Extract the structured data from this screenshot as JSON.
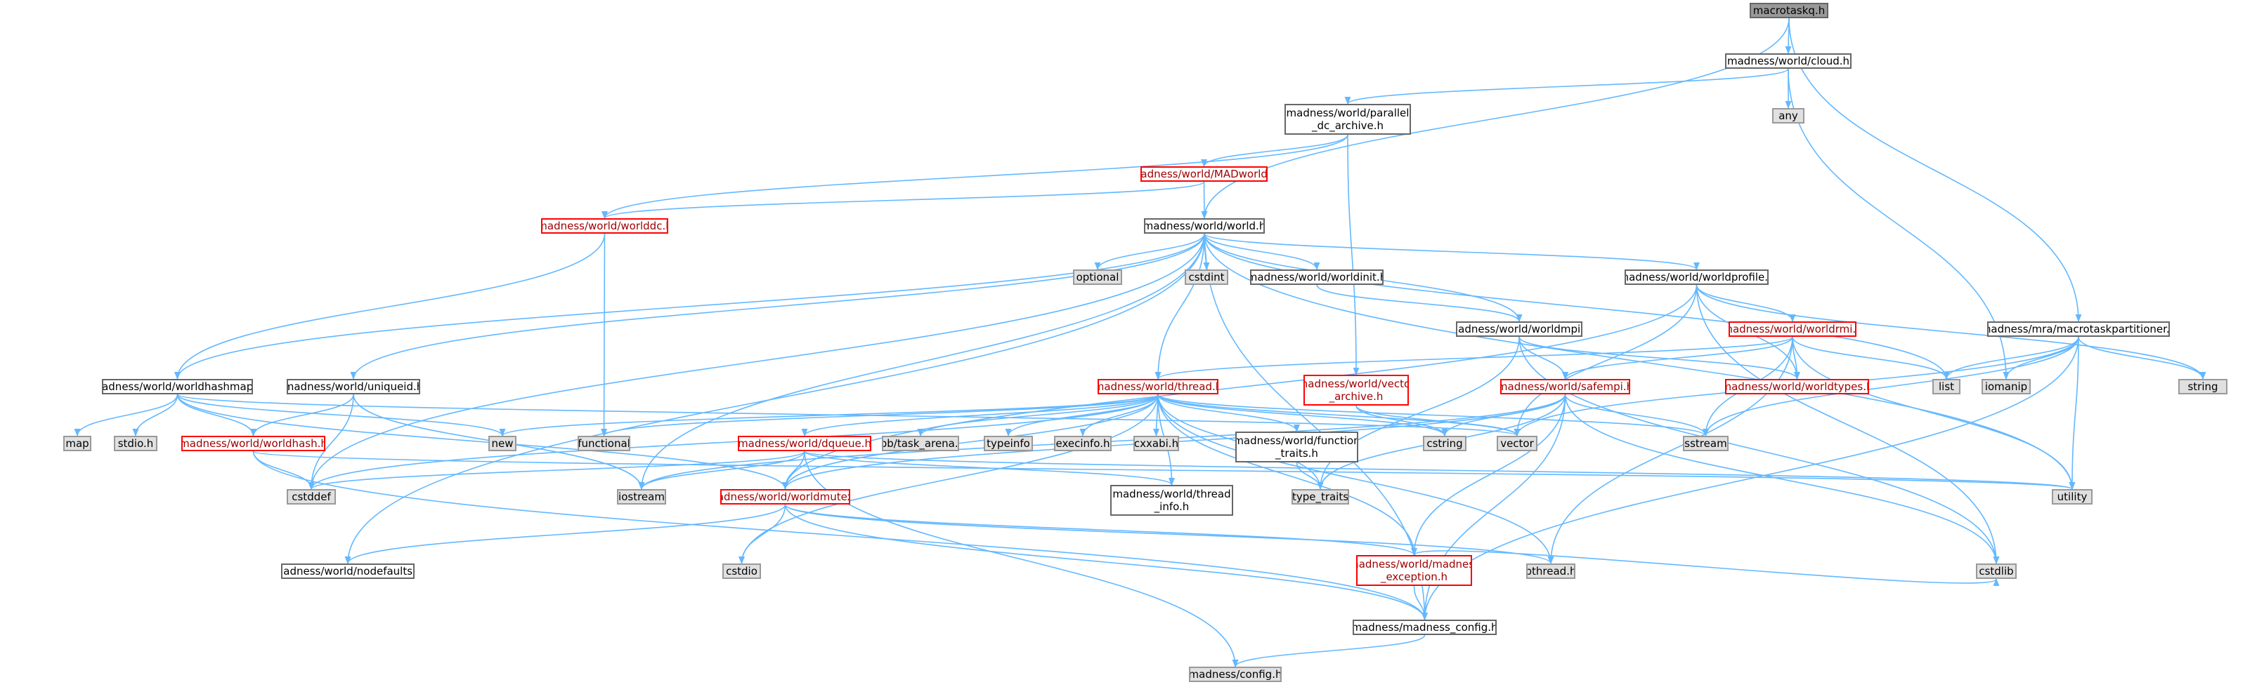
{
  "graph": {
    "root": "macrotaskq.h",
    "nodes": [
      {
        "id": "macrotaskq",
        "label": "macrotaskq.h",
        "kind": "root"
      },
      {
        "id": "cloud",
        "label": "madness/world/cloud.h",
        "kind": "doc"
      },
      {
        "id": "any",
        "label": "any",
        "kind": "sys"
      },
      {
        "id": "parallel_dc",
        "label": "madness/world/parallel\n_dc_archive.h",
        "kind": "doc"
      },
      {
        "id": "madworld",
        "label": "madness/world/MADworld.h",
        "kind": "red"
      },
      {
        "id": "worlddc",
        "label": "madness/world/worlddc.h",
        "kind": "red"
      },
      {
        "id": "world",
        "label": "madness/world/world.h",
        "kind": "doc"
      },
      {
        "id": "macrotaskpartitioner",
        "label": "madness/mra/macrotaskpartitioner.h",
        "kind": "doc"
      },
      {
        "id": "optional",
        "label": "optional",
        "kind": "sys"
      },
      {
        "id": "cstdint",
        "label": "cstdint",
        "kind": "sys"
      },
      {
        "id": "worldinit",
        "label": "madness/world/worldinit.h",
        "kind": "doc"
      },
      {
        "id": "worldprofile",
        "label": "madness/world/worldprofile.h",
        "kind": "doc"
      },
      {
        "id": "worldmpi",
        "label": "madness/world/worldmpi.h",
        "kind": "doc"
      },
      {
        "id": "worldrmi",
        "label": "madness/world/worldrmi.h",
        "kind": "red"
      },
      {
        "id": "worldhashmap",
        "label": "madness/world/worldhashmap.h",
        "kind": "doc"
      },
      {
        "id": "uniqueid",
        "label": "madness/world/uniqueid.h",
        "kind": "doc"
      },
      {
        "id": "thread",
        "label": "madness/world/thread.h",
        "kind": "red"
      },
      {
        "id": "vector_archive",
        "label": "madness/world/vector\n_archive.h",
        "kind": "red"
      },
      {
        "id": "safempi",
        "label": "madness/world/safempi.h",
        "kind": "red"
      },
      {
        "id": "worldtypes",
        "label": "madness/world/worldtypes.h",
        "kind": "red"
      },
      {
        "id": "list",
        "label": "list",
        "kind": "sys"
      },
      {
        "id": "iomanip",
        "label": "iomanip",
        "kind": "sys"
      },
      {
        "id": "string",
        "label": "string",
        "kind": "sys"
      },
      {
        "id": "map",
        "label": "map",
        "kind": "sys"
      },
      {
        "id": "stdio_h",
        "label": "stdio.h",
        "kind": "sys"
      },
      {
        "id": "worldhash",
        "label": "madness/world/worldhash.h",
        "kind": "red"
      },
      {
        "id": "new",
        "label": "new",
        "kind": "sys"
      },
      {
        "id": "functional",
        "label": "functional",
        "kind": "sys"
      },
      {
        "id": "dqueue",
        "label": "madness/world/dqueue.h",
        "kind": "red"
      },
      {
        "id": "tbb_task_arena",
        "label": "tbb/task_arena.h",
        "kind": "sys"
      },
      {
        "id": "typeinfo",
        "label": "typeinfo",
        "kind": "sys"
      },
      {
        "id": "execinfo",
        "label": "execinfo.h",
        "kind": "sys"
      },
      {
        "id": "cxxabi",
        "label": "cxxabi.h",
        "kind": "sys"
      },
      {
        "id": "function_traits",
        "label": "madness/world/function\n_traits.h",
        "kind": "doc"
      },
      {
        "id": "cstring",
        "label": "cstring",
        "kind": "sys"
      },
      {
        "id": "vector",
        "label": "vector",
        "kind": "sys"
      },
      {
        "id": "sstream",
        "label": "sstream",
        "kind": "sys"
      },
      {
        "id": "cstddef",
        "label": "cstddef",
        "kind": "sys"
      },
      {
        "id": "iostream",
        "label": "iostream",
        "kind": "sys"
      },
      {
        "id": "type_traits",
        "label": "type_traits",
        "kind": "sys"
      },
      {
        "id": "utility",
        "label": "utility",
        "kind": "sys"
      },
      {
        "id": "worldmutex",
        "label": "madness/world/worldmutex.h",
        "kind": "red"
      },
      {
        "id": "thread_info",
        "label": "madness/world/thread\n_info.h",
        "kind": "doc"
      },
      {
        "id": "nodefaults",
        "label": "madness/world/nodefaults.h",
        "kind": "doc"
      },
      {
        "id": "cstdio",
        "label": "cstdio",
        "kind": "sys"
      },
      {
        "id": "madness_exception",
        "label": "madness/world/madness\n_exception.h",
        "kind": "red"
      },
      {
        "id": "pthread",
        "label": "pthread.h",
        "kind": "sys"
      },
      {
        "id": "cstdlib",
        "label": "cstdlib",
        "kind": "sys"
      },
      {
        "id": "madness_config",
        "label": "madness/madness_config.h",
        "kind": "doc"
      },
      {
        "id": "config",
        "label": "madness/config.h",
        "kind": "sys"
      }
    ],
    "edges": [
      [
        "macrotaskq",
        "cloud"
      ],
      [
        "macrotaskq",
        "world"
      ],
      [
        "macrotaskq",
        "macrotaskpartitioner"
      ],
      [
        "cloud",
        "any"
      ],
      [
        "cloud",
        "parallel_dc"
      ],
      [
        "cloud",
        "iomanip"
      ],
      [
        "parallel_dc",
        "madworld"
      ],
      [
        "parallel_dc",
        "worlddc"
      ],
      [
        "parallel_dc",
        "vector_archive"
      ],
      [
        "madworld",
        "world"
      ],
      [
        "madworld",
        "worlddc"
      ],
      [
        "worlddc",
        "worldhashmap"
      ],
      [
        "worlddc",
        "functional"
      ],
      [
        "world",
        "optional"
      ],
      [
        "world",
        "cstdint"
      ],
      [
        "world",
        "worldinit"
      ],
      [
        "world",
        "worldprofile"
      ],
      [
        "world",
        "worldmpi"
      ],
      [
        "world",
        "worldhashmap"
      ],
      [
        "world",
        "uniqueid"
      ],
      [
        "world",
        "thread"
      ],
      [
        "world",
        "list"
      ],
      [
        "world",
        "cstddef"
      ],
      [
        "world",
        "iostream"
      ],
      [
        "world",
        "nodefaults"
      ],
      [
        "world",
        "madness_config"
      ],
      [
        "world",
        "utility"
      ],
      [
        "worldinit",
        "worldmpi"
      ],
      [
        "worldprofile",
        "worldrmi"
      ],
      [
        "worldprofile",
        "worldtypes"
      ],
      [
        "worldprofile",
        "worldmutex"
      ],
      [
        "worldprofile",
        "vector"
      ],
      [
        "worldprofile",
        "string"
      ],
      [
        "worldprofile",
        "cstdlib"
      ],
      [
        "worldmpi",
        "safempi"
      ],
      [
        "worldmpi",
        "worldtypes"
      ],
      [
        "worldmpi",
        "cstdlib"
      ],
      [
        "worldmpi",
        "type_traits"
      ],
      [
        "worldrmi",
        "thread"
      ],
      [
        "worldrmi",
        "safempi"
      ],
      [
        "worldrmi",
        "worldtypes"
      ],
      [
        "worldrmi",
        "list"
      ],
      [
        "worldrmi",
        "sstream"
      ],
      [
        "worldrmi",
        "utility"
      ],
      [
        "worldrmi",
        "pthread"
      ],
      [
        "macrotaskpartitioner",
        "list"
      ],
      [
        "macrotaskpartitioner",
        "iomanip"
      ],
      [
        "macrotaskpartitioner",
        "string"
      ],
      [
        "macrotaskpartitioner",
        "vector"
      ],
      [
        "macrotaskpartitioner",
        "sstream"
      ],
      [
        "macrotaskpartitioner",
        "utility"
      ],
      [
        "macrotaskpartitioner",
        "madness_config"
      ],
      [
        "worldhashmap",
        "map"
      ],
      [
        "worldhashmap",
        "stdio_h"
      ],
      [
        "worldhashmap",
        "worldhash"
      ],
      [
        "worldhashmap",
        "new"
      ],
      [
        "worldhashmap",
        "worldmutex"
      ],
      [
        "worldhashmap",
        "vector"
      ],
      [
        "uniqueid",
        "worldhash"
      ],
      [
        "uniqueid",
        "cstddef"
      ],
      [
        "uniqueid",
        "iostream"
      ],
      [
        "worldhash",
        "cstddef"
      ],
      [
        "worldhash",
        "madness_config"
      ],
      [
        "worldhash",
        "utility"
      ],
      [
        "thread",
        "new"
      ],
      [
        "thread",
        "functional"
      ],
      [
        "thread",
        "dqueue"
      ],
      [
        "thread",
        "tbb_task_arena"
      ],
      [
        "thread",
        "typeinfo"
      ],
      [
        "thread",
        "execinfo"
      ],
      [
        "thread",
        "cxxabi"
      ],
      [
        "thread",
        "function_traits"
      ],
      [
        "thread",
        "cstring"
      ],
      [
        "thread",
        "vector"
      ],
      [
        "thread",
        "sstream"
      ],
      [
        "thread",
        "cstddef"
      ],
      [
        "thread",
        "cstdio"
      ],
      [
        "thread",
        "thread_info"
      ],
      [
        "thread",
        "madness_exception"
      ],
      [
        "thread",
        "type_traits"
      ],
      [
        "thread",
        "pthread"
      ],
      [
        "thread",
        "worldmutex"
      ],
      [
        "vector_archive",
        "vector"
      ],
      [
        "vector_archive",
        "cstring"
      ],
      [
        "safempi",
        "cstring"
      ],
      [
        "safempi",
        "sstream"
      ],
      [
        "safempi",
        "worldmutex"
      ],
      [
        "safempi",
        "type_traits"
      ],
      [
        "safempi",
        "madness_config"
      ],
      [
        "safempi",
        "madness_exception"
      ],
      [
        "safempi",
        "iostream"
      ],
      [
        "safempi",
        "cstdlib"
      ],
      [
        "dqueue",
        "worldmutex"
      ],
      [
        "dqueue",
        "cstddef"
      ],
      [
        "dqueue",
        "iostream"
      ],
      [
        "dqueue",
        "utility"
      ],
      [
        "dqueue",
        "config"
      ],
      [
        "dqueue",
        "thread_info"
      ],
      [
        "function_traits",
        "type_traits"
      ],
      [
        "worldmutex",
        "cstdio"
      ],
      [
        "worldmutex",
        "pthread"
      ],
      [
        "worldmutex",
        "madness_exception"
      ],
      [
        "worldmutex",
        "nodefaults"
      ],
      [
        "worldmutex",
        "madness_config"
      ],
      [
        "madness_exception",
        "madness_config"
      ],
      [
        "madness_exception",
        "cstdlib"
      ],
      [
        "madness_config",
        "config"
      ]
    ]
  }
}
